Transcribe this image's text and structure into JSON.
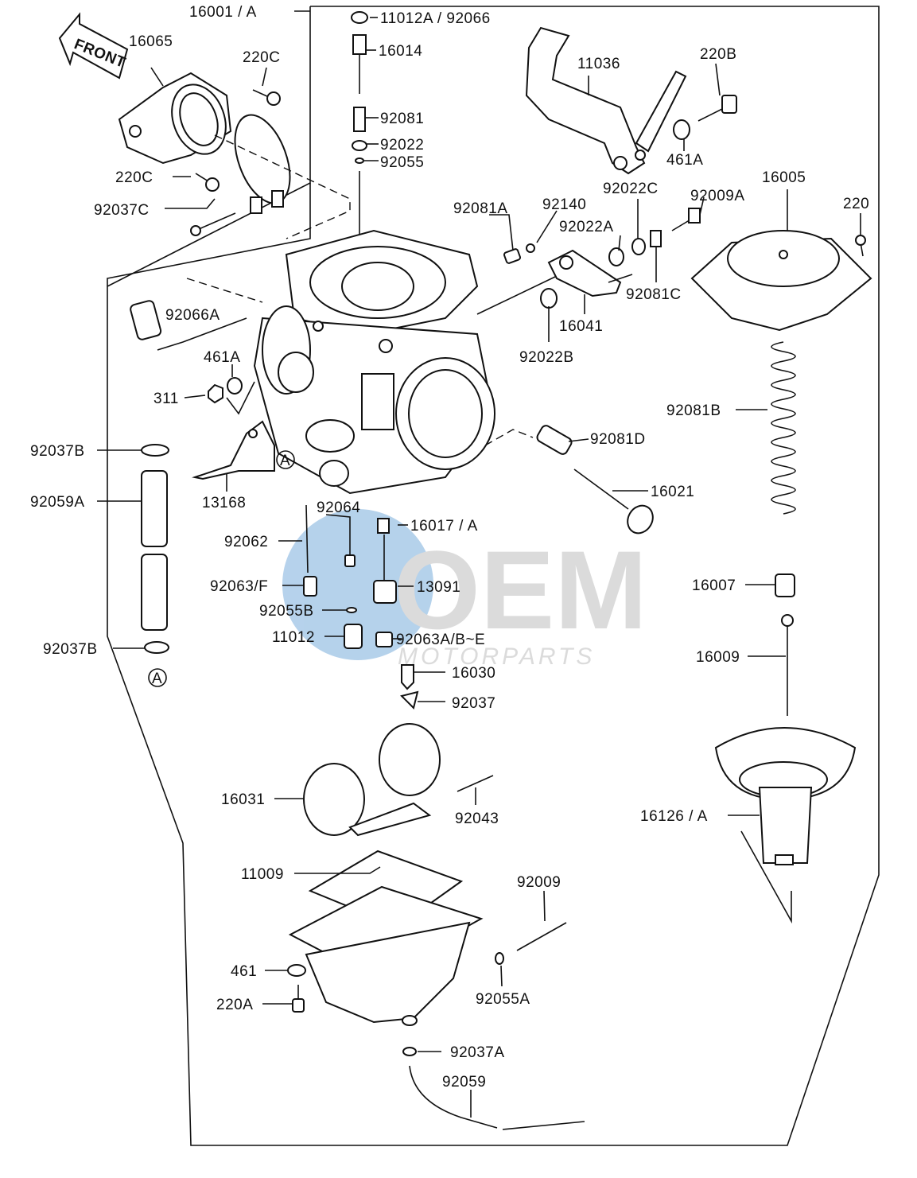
{
  "diagram": {
    "direction_tag": "FRONT",
    "circle_marker": "A",
    "watermark": {
      "brand": "OEM",
      "sub": "MOTORPARTS",
      "color": "#2f7fc8"
    },
    "labels": [
      "16001 / A",
      "11012A / 92066",
      "16014",
      "92081",
      "92022",
      "92055",
      "16065",
      "220C",
      "220C",
      "92037C",
      "11036",
      "220B",
      "461A",
      "92022C",
      "92009A",
      "16005",
      "220",
      "92081A",
      "92140",
      "92022A",
      "92081C",
      "16041",
      "92022B",
      "92066A",
      "461A",
      "311",
      "92081B",
      "92081D",
      "16021",
      "92037B",
      "92059A",
      "13168",
      "92064",
      "16017 / A",
      "92062",
      "92063/F",
      "13091",
      "92055B",
      "11012",
      "92063A/B~E",
      "92037B",
      "16007",
      "16009",
      "16030",
      "92037",
      "16031",
      "92043",
      "16126 / A",
      "11009",
      "92009",
      "461",
      "220A",
      "92055A",
      "92037A",
      "92059"
    ]
  }
}
